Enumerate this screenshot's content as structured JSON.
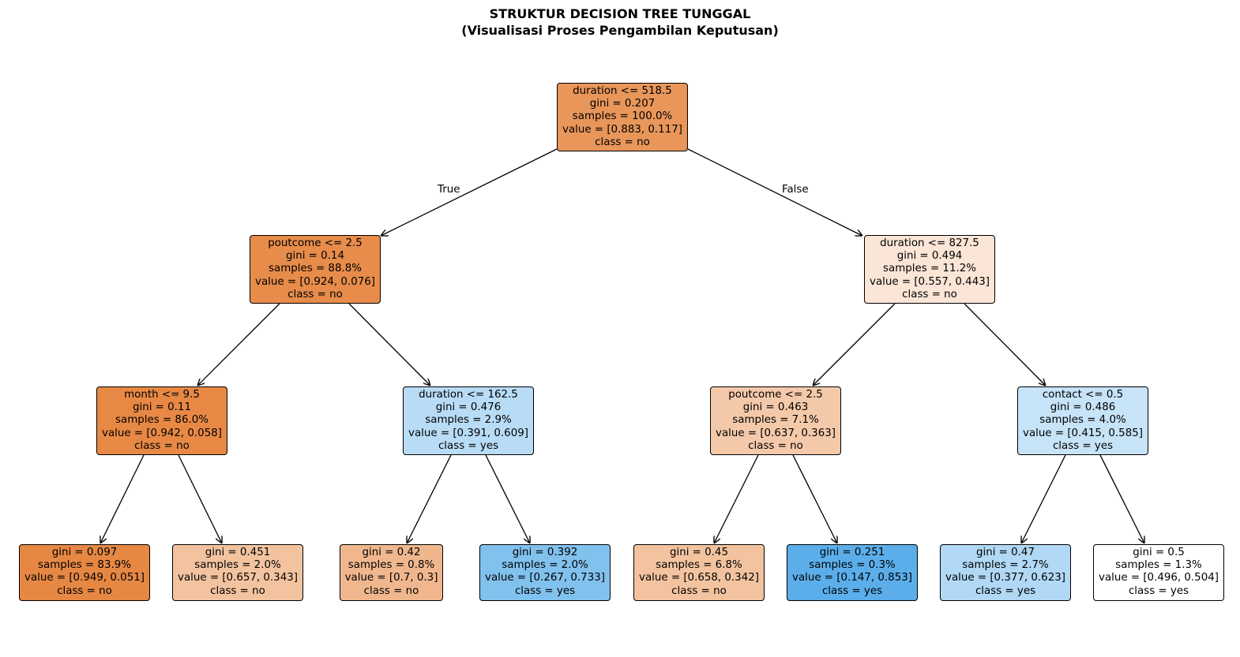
{
  "title": {
    "line1": "STRUKTUR DECISION TREE TUNGGAL",
    "line2": "(Visualisasi Proses Pengambilan Keputusan)"
  },
  "edge_labels": {
    "left": "True",
    "right": "False"
  },
  "nodes": [
    {
      "id": "n0",
      "split": "duration <= 518.5",
      "gini": "gini = 0.207",
      "samples": "samples = 100.0%",
      "value": "value = [0.883, 0.117]",
      "class": "class = no",
      "color": "#e9965a"
    },
    {
      "id": "n1",
      "split": "poutcome <= 2.5",
      "gini": "gini = 0.14",
      "samples": "samples = 88.8%",
      "value": "value = [0.924, 0.076]",
      "class": "class = no",
      "color": "#e78c4a"
    },
    {
      "id": "n2",
      "split": "duration <= 827.5",
      "gini": "gini = 0.494",
      "samples": "samples = 11.2%",
      "value": "value = [0.557, 0.443]",
      "class": "class = no",
      "color": "#fae5d6"
    },
    {
      "id": "n3",
      "split": "month <= 9.5",
      "gini": "gini = 0.11",
      "samples": "samples = 86.0%",
      "value": "value = [0.942, 0.058]",
      "class": "class = no",
      "color": "#e78945"
    },
    {
      "id": "n4",
      "split": "duration <= 162.5",
      "gini": "gini = 0.476",
      "samples": "samples = 2.9%",
      "value": "value = [0.391, 0.609]",
      "class": "class = yes",
      "color": "#b8dcf6"
    },
    {
      "id": "n5",
      "split": "poutcome <= 2.5",
      "gini": "gini = 0.463",
      "samples": "samples = 7.1%",
      "value": "value = [0.637, 0.363]",
      "class": "class = no",
      "color": "#f4c9aa"
    },
    {
      "id": "n6",
      "split": "contact <= 0.5",
      "gini": "gini = 0.486",
      "samples": "samples = 4.0%",
      "value": "value = [0.415, 0.585]",
      "class": "class = yes",
      "color": "#c6e3f7"
    },
    {
      "id": "n7",
      "split": "",
      "gini": "gini = 0.097",
      "samples": "samples = 83.9%",
      "value": "value = [0.949, 0.051]",
      "class": "class = no",
      "color": "#e68844"
    },
    {
      "id": "n8",
      "split": "",
      "gini": "gini = 0.451",
      "samples": "samples = 2.0%",
      "value": "value = [0.657, 0.343]",
      "class": "class = no",
      "color": "#f3c3a0"
    },
    {
      "id": "n9",
      "split": "",
      "gini": "gini = 0.42",
      "samples": "samples = 0.8%",
      "value": "value = [0.7, 0.3]",
      "class": "class = no",
      "color": "#f0b78e"
    },
    {
      "id": "n10",
      "split": "",
      "gini": "gini = 0.392",
      "samples": "samples = 2.0%",
      "value": "value = [0.267, 0.733]",
      "class": "class = yes",
      "color": "#81c1ee"
    },
    {
      "id": "n11",
      "split": "",
      "gini": "gini = 0.45",
      "samples": "samples = 6.8%",
      "value": "value = [0.658, 0.342]",
      "class": "class = no",
      "color": "#f3c3a0"
    },
    {
      "id": "n12",
      "split": "",
      "gini": "gini = 0.251",
      "samples": "samples = 0.3%",
      "value": "value = [0.147, 0.853]",
      "class": "class = yes",
      "color": "#5baeea"
    },
    {
      "id": "n13",
      "split": "",
      "gini": "gini = 0.47",
      "samples": "samples = 2.7%",
      "value": "value = [0.377, 0.623]",
      "class": "class = yes",
      "color": "#b1d8f5"
    },
    {
      "id": "n14",
      "split": "",
      "gini": "gini = 0.5",
      "samples": "samples = 1.3%",
      "value": "value = [0.496, 0.504]",
      "class": "class = yes",
      "color": "#ffffff"
    }
  ]
}
